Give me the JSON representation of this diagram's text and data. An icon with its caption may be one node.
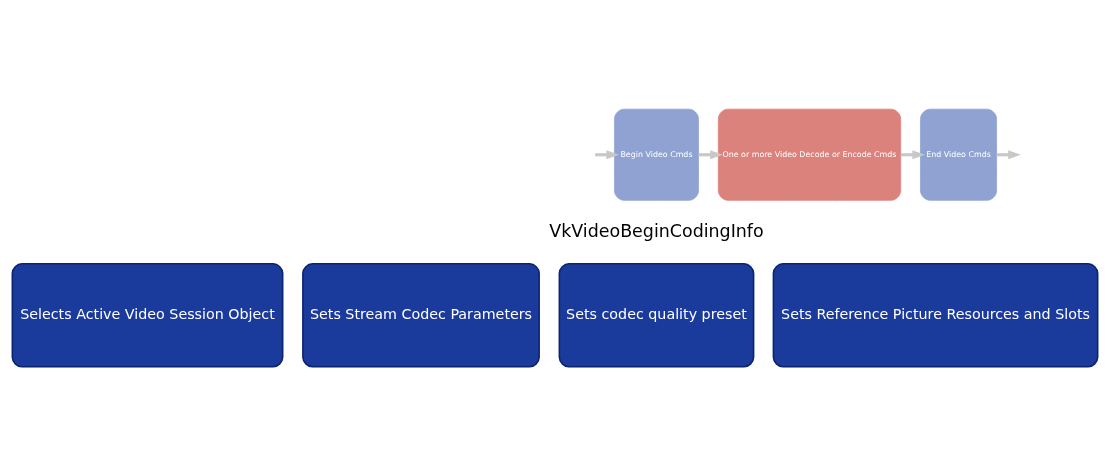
{
  "diagram": {
    "nodes": [
      {
        "text": [
          "Begin Video Cmds"
        ]
      },
      {
        "text": [
          "One or more Video Decode or Encode Cmds"
        ]
      },
      {
        "text": [
          "End Video Cmds"
        ]
      },
      {
        "text": [
          "Selects Active Video Session Object"
        ]
      },
      {
        "text": [
          "Sets Stream Codec Parameters"
        ]
      },
      {
        "text": [
          "Sets codec quality preset"
        ]
      },
      {
        "text": [
          "Sets Reference Picture Resources and Slots"
        ]
      }
    ],
    "edges": [
      {
        "from": null,
        "to": 0,
        "arrow": "to"
      },
      {
        "from": 0,
        "to": 1,
        "arrow": "to"
      },
      {
        "from": 1,
        "to": 2,
        "arrow": "to"
      },
      {
        "from": 2,
        "to": null,
        "arrow": "to"
      }
    ],
    "labels": [
      "VkVideoBeginCodingInfo"
    ]
  }
}
